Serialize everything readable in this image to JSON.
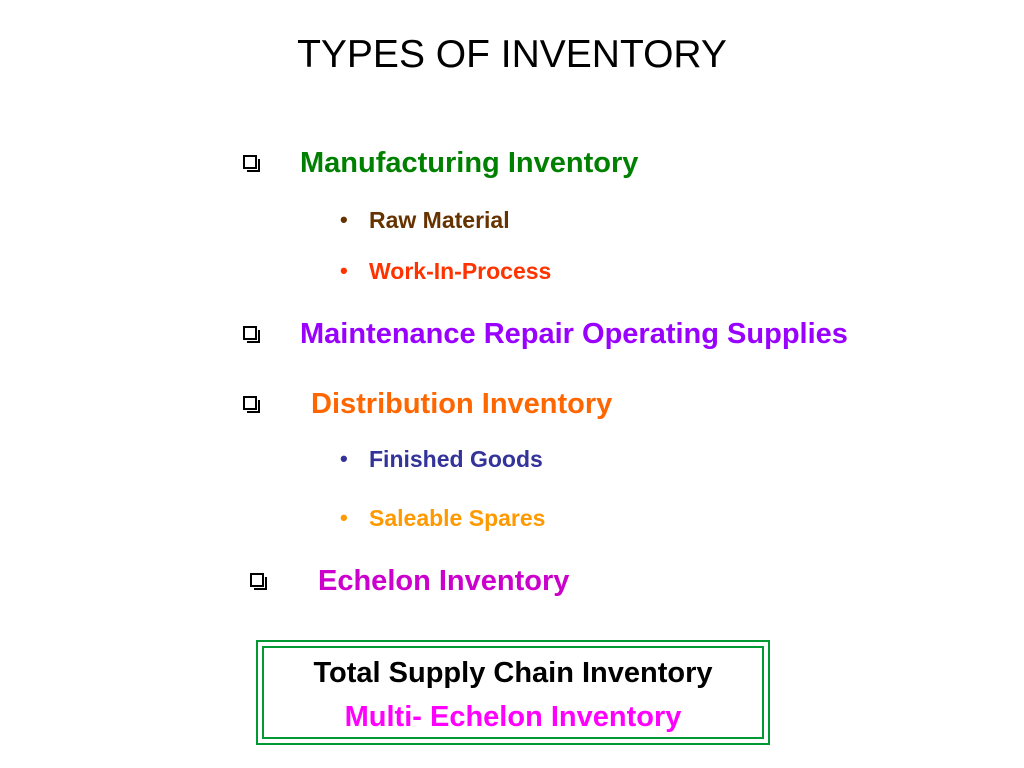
{
  "slide": {
    "title": "TYPES OF INVENTORY"
  },
  "items": {
    "manufacturing": {
      "label": "Manufacturing Inventory",
      "color": "#008000",
      "icon": "checkbox-square-icon",
      "subitems": [
        {
          "label": "Raw Material",
          "color": "#663300"
        },
        {
          "label": "Work-In-Process",
          "color": "#FF3300"
        }
      ]
    },
    "maintenance": {
      "label": "Maintenance Repair Operating Supplies",
      "color": "#9900FF",
      "icon": "checkbox-square-icon"
    },
    "distribution": {
      "label": "Distribution Inventory",
      "color": "#FF6600",
      "icon": "checkbox-square-icon",
      "subitems": [
        {
          "label": "Finished Goods",
          "color": "#333399"
        },
        {
          "label": "Saleable Spares",
          "color": "#FF9900"
        }
      ]
    },
    "echelon": {
      "label": "Echelon Inventory",
      "color": "#CC00CC",
      "icon": "checkbox-square-icon"
    }
  },
  "bullet_char": "•",
  "callout": {
    "line1": "Total Supply Chain Inventory",
    "line1_color": "#000000",
    "line2": "Multi- Echelon Inventory",
    "line2_color": "#FF00FF",
    "border_color": "#009933"
  }
}
